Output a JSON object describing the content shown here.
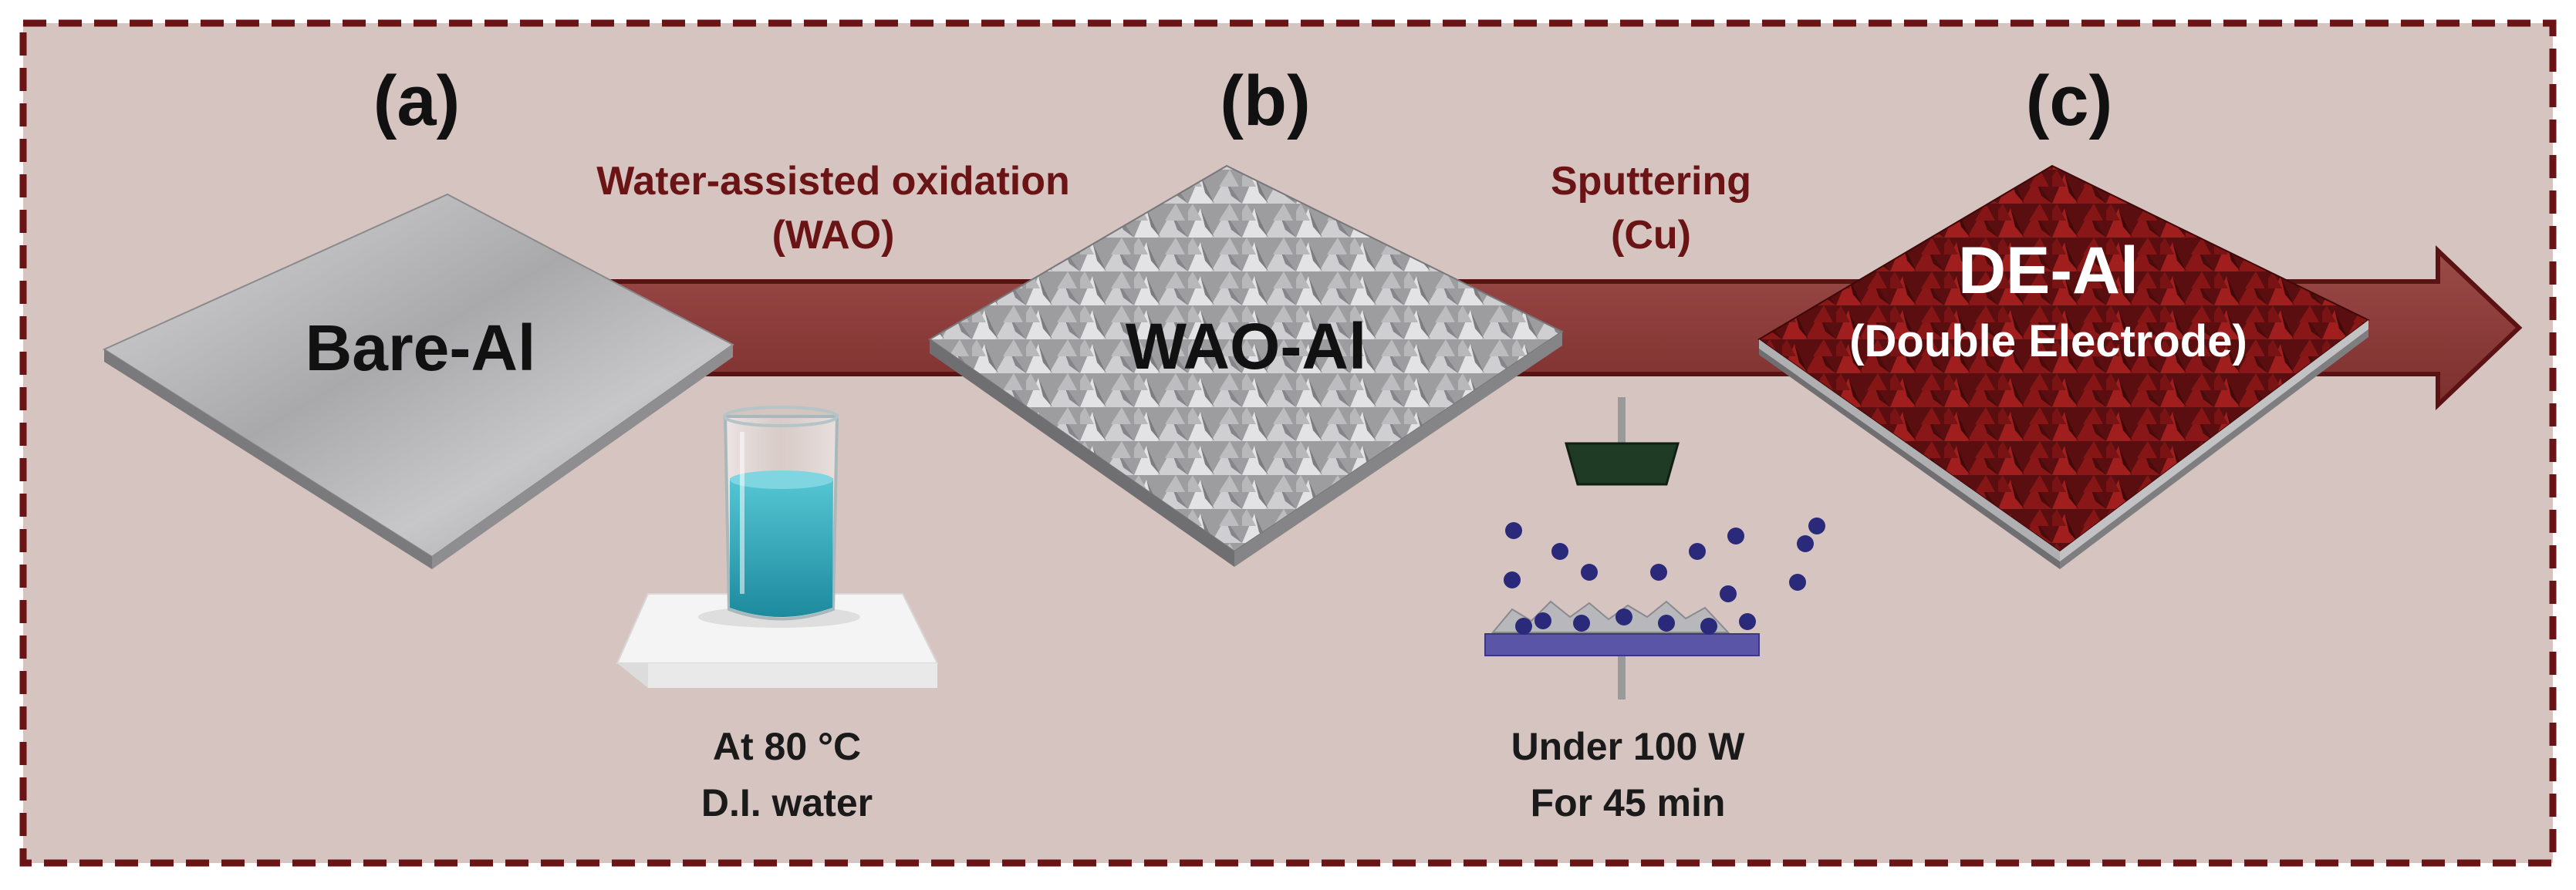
{
  "panels": {
    "a": {
      "tag": "(a)",
      "name": "Bare-Al"
    },
    "b": {
      "tag": "(b)",
      "name": "WAO-Al"
    },
    "c": {
      "tag": "(c)",
      "name": "DE-Al",
      "subname": "(Double Electrode)"
    }
  },
  "steps": {
    "oxidation": {
      "line1": "Water-assisted oxidation",
      "line2": "(WAO)",
      "cond1": "At 80 °C",
      "cond2": "D.I. water"
    },
    "sputtering": {
      "line1": "Sputtering",
      "line2": "(Cu)",
      "cond1": "Under 100 W",
      "cond2": "For 45 min"
    }
  },
  "colors": {
    "background": "#d6c4c0",
    "frame": "#6b1416",
    "arrow": "#8a3a38",
    "copper": "#7a1414",
    "aluminum": "#b9b9bb",
    "water": "#2aa3b5",
    "particle": "#2b2a7a"
  }
}
